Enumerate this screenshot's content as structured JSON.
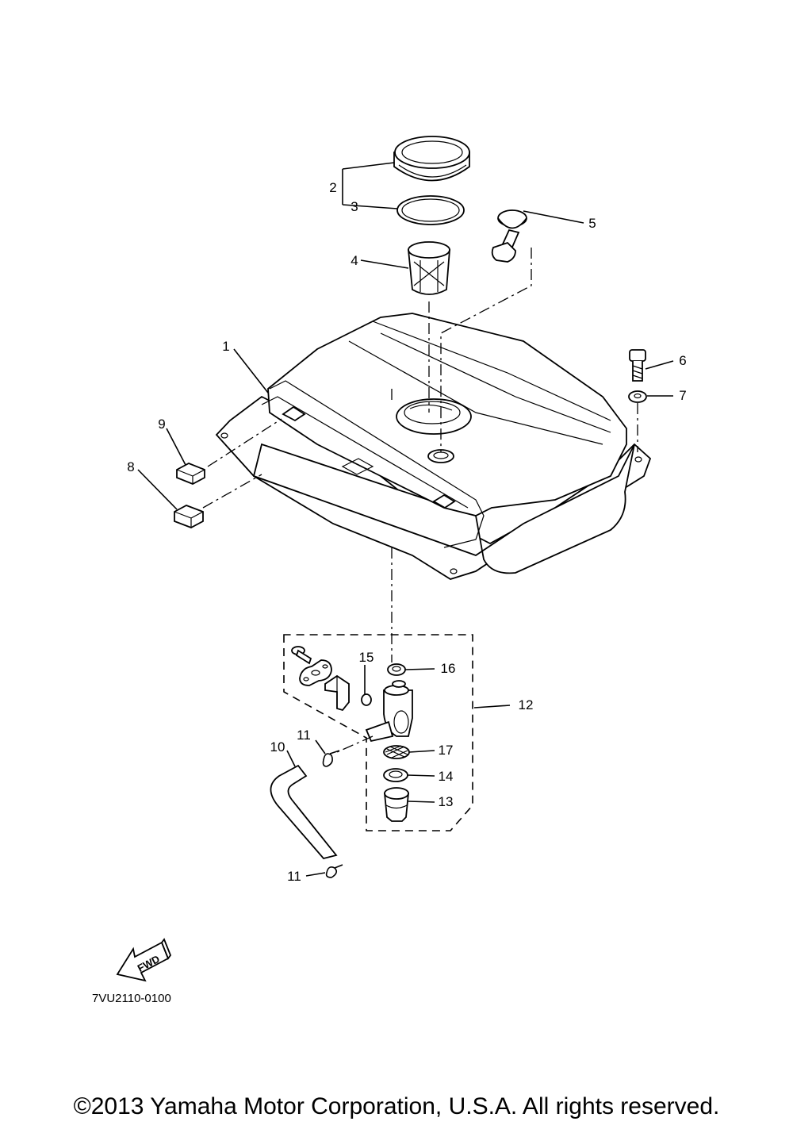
{
  "diagram": {
    "callouts": [
      "1",
      "2",
      "3",
      "4",
      "5",
      "6",
      "7",
      "8",
      "9",
      "10",
      "11",
      "11",
      "12",
      "13",
      "14",
      "15",
      "16",
      "17"
    ],
    "direction_label": "FWD",
    "reference_code": "7VU2110-0100"
  },
  "footer": {
    "copyright": "©2013 Yamaha Motor Corporation, U.S.A. All rights reserved."
  }
}
